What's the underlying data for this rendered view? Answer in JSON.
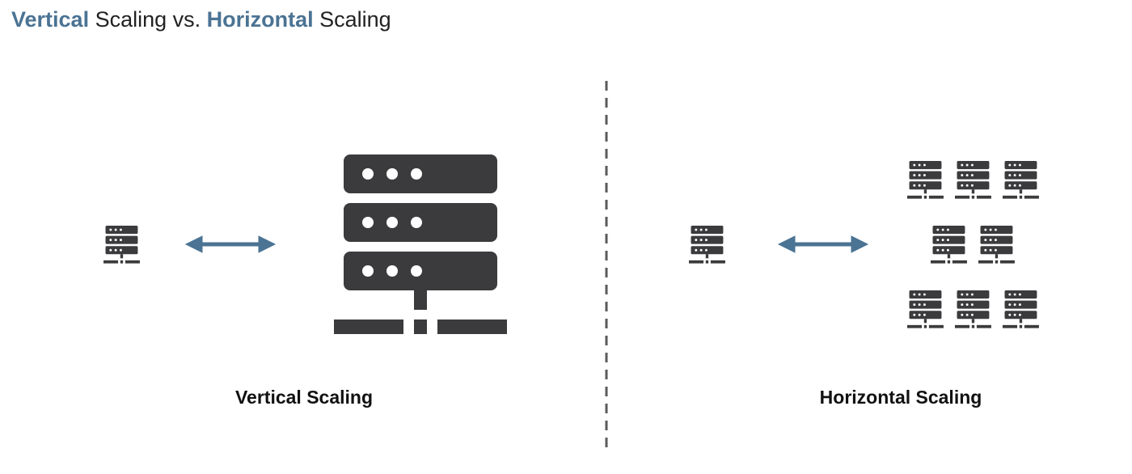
{
  "title": {
    "part1": "Vertical",
    "part2": " Scaling vs. ",
    "part3": "Horizontal",
    "part4": " Scaling"
  },
  "captions": {
    "vertical": "Vertical Scaling",
    "horizontal": "Horizontal Scaling"
  },
  "icons": {
    "server": "server-rack-icon",
    "arrow": "double-arrow-icon"
  },
  "colors": {
    "accent": "#4b7393",
    "server": "#3b3b3d",
    "arrow": "#4b7393",
    "divider": "#5a5a5a"
  }
}
